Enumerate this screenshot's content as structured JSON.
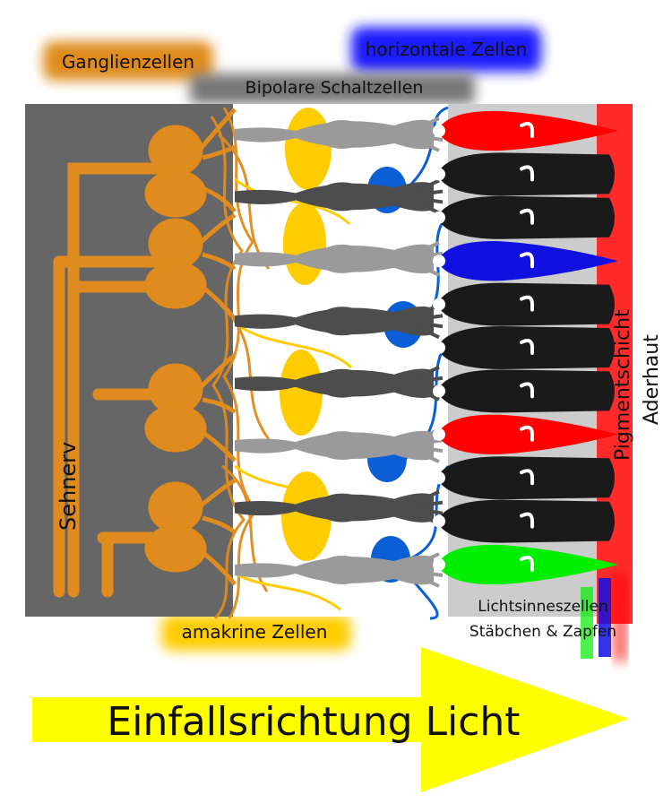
{
  "labels": {
    "ganglion": "Ganglienzellen",
    "horizontal": "horizontale Zellen",
    "bipolar": "Bipolare Schaltzellen",
    "optic_nerve": "Sehnerv",
    "amacrine": "amakrine Zellen",
    "photoreceptors_line1": "Lichtsinneszellen",
    "photoreceptors_line2": "Stäbchen & Zapfen",
    "pigment": "Pigmentschicht",
    "choroid": "Aderhaut",
    "light": "Einfallsrichtung Licht"
  },
  "colors": {
    "nerve_layer": "#666666",
    "ganglion": "#e08b1d",
    "amacrine": "#ffcc00",
    "bipolar_light": "#9a9a9a",
    "bipolar_dark": "#4d4d4d",
    "horizontal": "#0a5fd6",
    "rod": "#1a1a1a",
    "cone_red": "#ff0000",
    "cone_blue": "#1010e0",
    "cone_green": "#00ee00",
    "pigment_layer": "#ff3030",
    "receptor_bg": "#cccccc",
    "arrow": "#ffff00"
  },
  "photoreceptors": [
    "red",
    "rod",
    "rod",
    "blue",
    "rod",
    "rod",
    "rod",
    "red",
    "rod",
    "rod",
    "green"
  ],
  "bipolar_cells": [
    "light",
    "dark",
    "light",
    "dark",
    "dark",
    "light",
    "dark",
    "light"
  ]
}
